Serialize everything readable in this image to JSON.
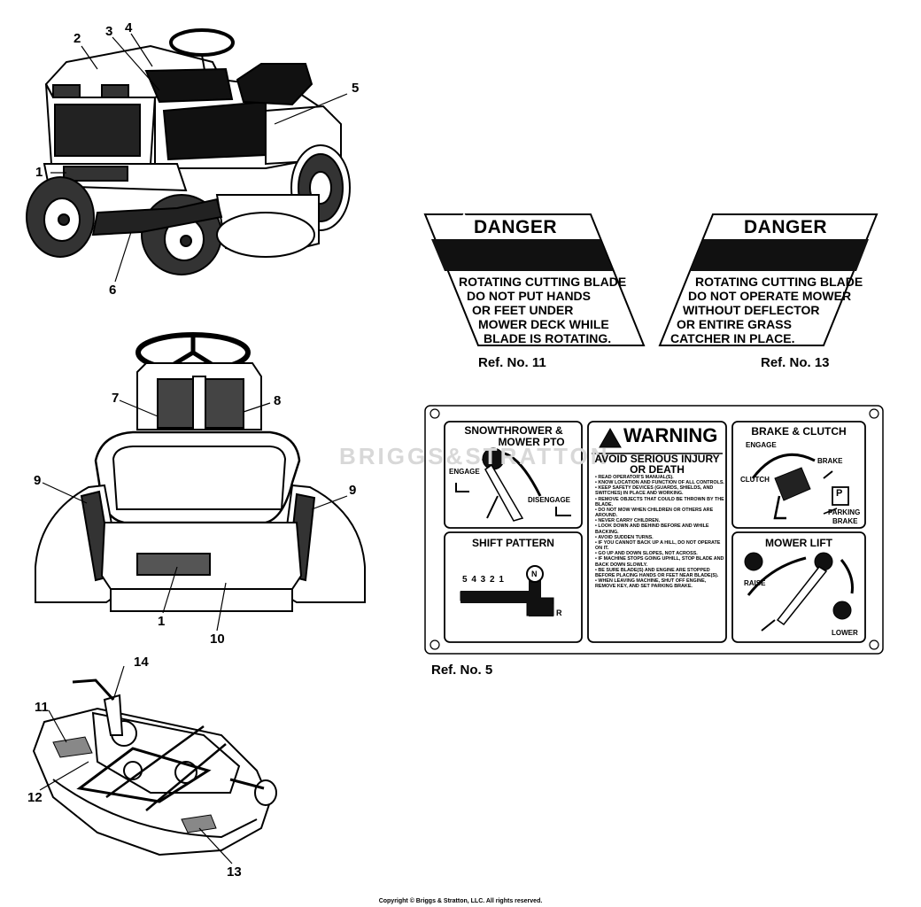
{
  "callouts": {
    "c1a": "1",
    "c2": "2",
    "c3": "3",
    "c4": "4",
    "c5": "5",
    "c6": "6",
    "c7": "7",
    "c8": "8",
    "c9a": "9",
    "c9b": "9",
    "c1b": "1",
    "c10": "10",
    "c14": "14",
    "c11": "11",
    "c12": "12",
    "c13": "13"
  },
  "decal_11": {
    "title": "DANGER",
    "lines": [
      "ROTATING CUTTING BLADE",
      "DO NOT PUT HANDS",
      "OR FEET UNDER",
      "MOWER DECK WHILE",
      "BLADE IS ROTATING."
    ],
    "ref": "Ref. No. 11"
  },
  "decal_13": {
    "title": "DANGER",
    "lines": [
      "ROTATING CUTTING BLADE",
      "DO NOT OPERATE MOWER",
      "WITHOUT DEFLECTOR",
      "OR ENTIRE GRASS",
      "CATCHER IN PLACE."
    ],
    "ref": "Ref. No. 13"
  },
  "decal_5": {
    "snowthrower_title_1": "SNOWTHROWER &",
    "snowthrower_title_2": "MOWER PTO",
    "engage": "ENGAGE",
    "disengage": "DISENGAGE",
    "warning_title": "WARNING",
    "warning_sub_1": "AVOID SERIOUS INJURY",
    "warning_sub_2": "OR DEATH",
    "warning_items": [
      "READ OPERATOR'S MANUAL(S).",
      "KNOW LOCATION AND FUNCTION OF ALL CONTROLS.",
      "KEEP SAFETY DEVICES (GUARDS, SHIELDS, AND SWITCHES) IN PLACE AND WORKING.",
      "REMOVE OBJECTS THAT COULD BE THROWN BY THE BLADE.",
      "DO NOT MOW WHEN CHILDREN OR OTHERS ARE AROUND.",
      "NEVER CARRY CHILDREN.",
      "LOOK DOWN AND BEHIND BEFORE AND WHILE BACKING.",
      "AVOID SUDDEN TURNS.",
      "IF YOU CANNOT BACK UP A HILL, DO NOT OPERATE ON IT.",
      "GO UP AND DOWN SLOPES, NOT ACROSS.",
      "IF MACHINE STOPS GOING UPHILL, STOP BLADE AND BACK DOWN SLOWLY.",
      "BE SURE BLADE(S) AND ENGINE ARE STOPPED BEFORE PLACING HANDS OR FEET NEAR BLADE(S).",
      "WHEN LEAVING MACHINE, SHUT OFF ENGINE, REMOVE KEY, AND SET PARKING BRAKE."
    ],
    "brake_title": "BRAKE & CLUTCH",
    "brake_engage": "ENGAGE",
    "brake": "BRAKE",
    "clutch": "CLUTCH",
    "parking_1": "PARKING",
    "parking_2": "BRAKE",
    "p_symbol": "P",
    "shift_title": "SHIFT PATTERN",
    "gears": "5 4 3 2 1",
    "neutral": "N",
    "reverse": "R",
    "lift_title": "MOWER LIFT",
    "raise": "RAISE",
    "lower": "LOWER",
    "ref": "Ref. No. 5"
  },
  "watermark": "BRIGGS&STRATTON",
  "copyright": "Copyright © Briggs & Stratton, LLC. All rights reserved."
}
